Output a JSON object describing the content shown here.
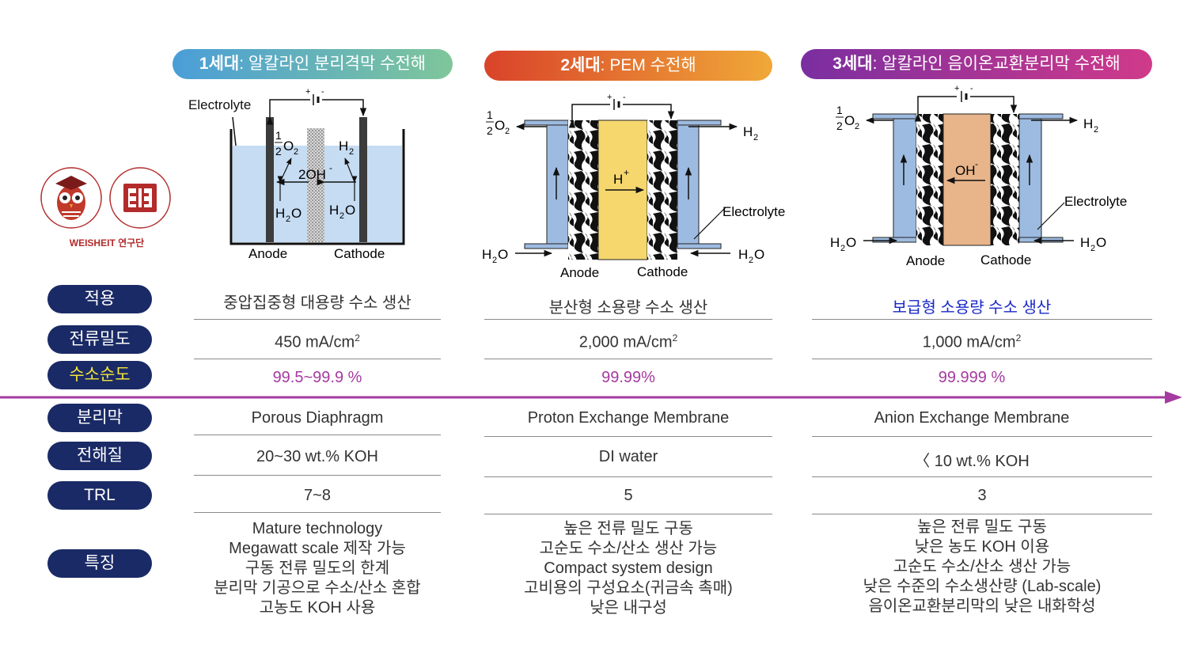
{
  "logo": {
    "text": "WEISHEIT 연구단",
    "brand_color": "#b32b2b"
  },
  "generations": [
    {
      "num": "1세대",
      "title": ": 알칼라인 분리격막 수전해",
      "colors": [
        "#4a9ed8",
        "#7fc69a"
      ],
      "diagram": {
        "electrolyte": "Electrolyte",
        "anode": "Anode",
        "cathode": "Cathode",
        "o2_frac_num": "1",
        "o2_frac_den": "2",
        "o2": "O",
        "o2_sub": "2",
        "h2": "H",
        "h2_sub": "2",
        "oh": "2OH",
        "oh_sup": "-",
        "h2o_left": "H",
        "h2o_left_sub": "2",
        "h2o_left_o": "O",
        "h2o_right": "H",
        "h2o_right_sub": "2",
        "h2o_right_o": "O",
        "plus": "+",
        "minus": "-"
      }
    },
    {
      "num": "2세대",
      "title": ": PEM 수전해",
      "colors": [
        "#d9432a",
        "#f0a838"
      ],
      "diagram": {
        "electrolyte": "Electrolyte",
        "anode": "Anode",
        "cathode": "Cathode",
        "o2_frac_num": "1",
        "o2_frac_den": "2",
        "o2": "O",
        "o2_sub": "2",
        "h2": "H",
        "h2_sub": "2",
        "ion": "H",
        "ion_sup": "+",
        "h2o_left": "H",
        "h2o_left_sub": "2",
        "h2o_left_o": "O",
        "h2o_right": "H",
        "h2o_right_sub": "2",
        "h2o_right_o": "O",
        "plus": "+",
        "minus": "-"
      }
    },
    {
      "num": "3세대",
      "title": ": 알칼라인 음이온교환분리막 수전해",
      "colors": [
        "#7a2ea0",
        "#d03a8a"
      ],
      "diagram": {
        "electrolyte": "Electrolyte",
        "anode": "Anode",
        "cathode": "Cathode",
        "o2_frac_num": "1",
        "o2_frac_den": "2",
        "o2": "O",
        "o2_sub": "2",
        "h2": "H",
        "h2_sub": "2",
        "ion": "OH",
        "ion_sup": "-",
        "h2o_left": "H",
        "h2o_left_sub": "2",
        "h2o_left_o": "O",
        "h2o_right": "H",
        "h2o_right_sub": "2",
        "h2o_right_o": "O",
        "plus": "+",
        "minus": "-"
      }
    }
  ],
  "rows": {
    "application": {
      "label": "적용",
      "values": [
        "중압집중형 대용량 수소 생산",
        "분산형 소용량 수소 생산",
        "보급형 소용량 수소 생산"
      ]
    },
    "current_density": {
      "label": "전류밀도",
      "values": [
        "450 mA/cm",
        "2,000 mA/cm",
        "1,000 mA/cm"
      ],
      "sup": "2"
    },
    "purity": {
      "label": "수소순도",
      "values": [
        "99.5~99.9 %",
        "99.99%",
        "99.999 %"
      ]
    },
    "membrane": {
      "label": "분리막",
      "values": [
        "Porous Diaphragm",
        "Proton Exchange Membrane",
        "Anion Exchange Membrane"
      ]
    },
    "electrolyte": {
      "label": "전해질",
      "values": [
        "20~30 wt.% KOH",
        "DI water",
        "〈 10 wt.% KOH"
      ]
    },
    "trl": {
      "label": "TRL",
      "values": [
        "7~8",
        "5",
        "3"
      ]
    },
    "features": {
      "label": "특징",
      "values": [
        [
          "Mature technology",
          "Megawatt scale 제작 가능",
          "구동 전류 밀도의 한계",
          "분리막 기공으로 수소/산소 혼합",
          "고농도 KOH 사용"
        ],
        [
          "높은 전류 밀도 구동",
          "고순도 수소/산소 생산 가능",
          "Compact system design",
          "고비용의 구성요소(귀금속 촉매)",
          "낮은 내구성"
        ],
        [
          "높은 전류 밀도 구동",
          "낮은 농도 KOH 이용",
          "고순도 수소/산소 생산 가능",
          "낮은 수준의 수소생산량 (Lab-scale)",
          "음이온교환분리막의 낮은 내화학성"
        ]
      ]
    }
  },
  "colors": {
    "label_bg": "#1a2a66",
    "purity_label_text": "#f3e43a",
    "purity_value": "#a53aa0",
    "arrow": "#a53aa0",
    "highlight_blue": "#1a28c8",
    "electrolyte_fill": "#c5dcf2",
    "pem_fill": "#f5d76e",
    "aem_fill": "#e8b48a"
  }
}
